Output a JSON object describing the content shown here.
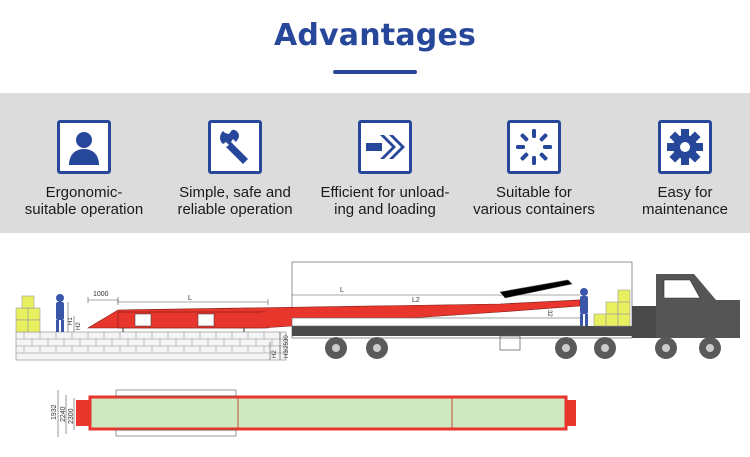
{
  "header": {
    "title": "Advantages",
    "accent_color": "#27479a"
  },
  "features": [
    {
      "icon": "user-icon",
      "label": "Ergonomic-\nsuitable operation"
    },
    {
      "icon": "wrench-icon",
      "label": "Simple, safe and\nreliable operation"
    },
    {
      "icon": "double-arrow-icon",
      "label": "Efficient for unload-\ning and loading"
    },
    {
      "icon": "loading-spinner-icon",
      "label": "Suitable for\nvarious containers"
    },
    {
      "icon": "gear-icon",
      "label": "Easy for\nmaintenance"
    }
  ],
  "drawing": {
    "dimensions": {
      "d1000": "1000",
      "L_left": "L",
      "L_mid": "L",
      "L2": "L2",
      "l1": "32",
      "h1": "H1",
      "h2": "H2",
      "h_truck": "H2",
      "h_range": "H3/2530",
      "w1932": "1932",
      "w2240": "2240",
      "w2300": "2300"
    },
    "colors": {
      "ramp": "#e8362c",
      "deck_mesh": "#cfe8c0",
      "truck": "#4a4a4a",
      "cargo": "#e8f060",
      "worker": "#3a56a8"
    }
  }
}
